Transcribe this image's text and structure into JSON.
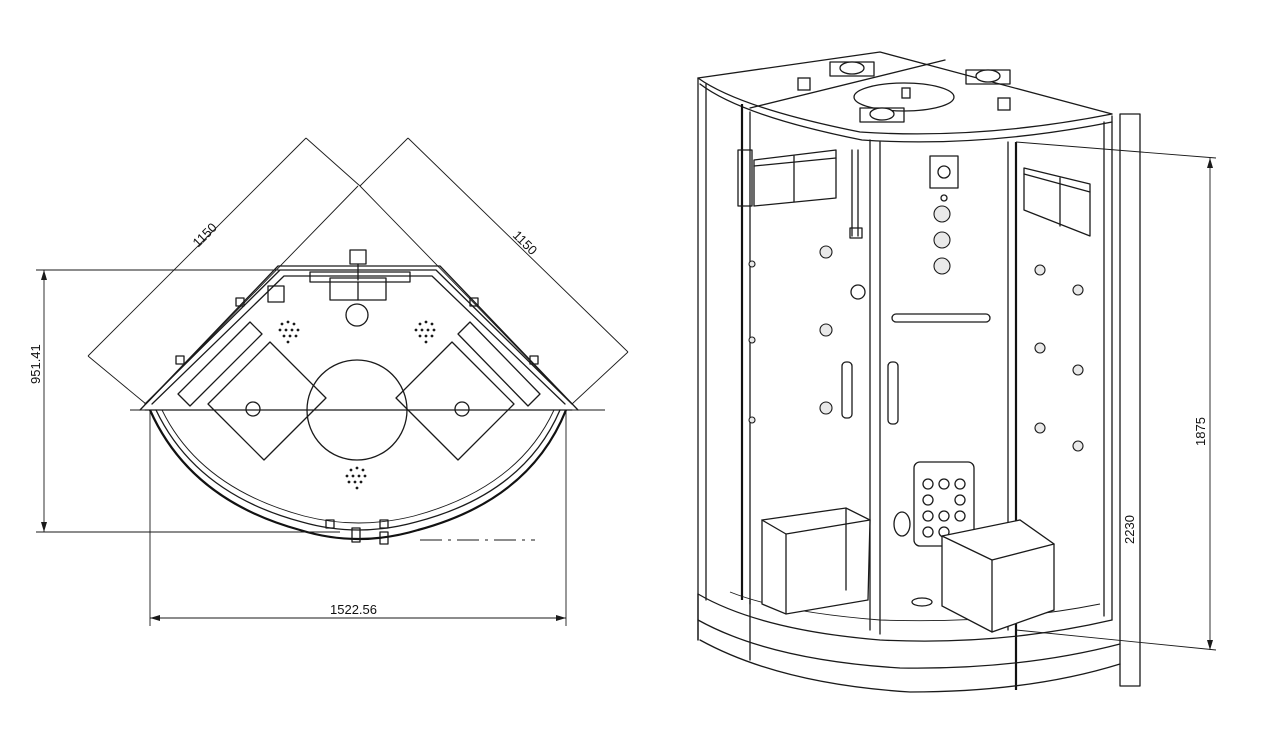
{
  "diagram": {
    "plan_view": {
      "width_label": "1522.56",
      "depth_label": "951.41",
      "side_a_label": "1150",
      "side_b_label": "1150"
    },
    "perspective_view": {
      "height_inner_label": "1875",
      "height_total_label": "2230"
    },
    "colors": {
      "line": "#1a1a1a",
      "background": "#ffffff"
    }
  }
}
